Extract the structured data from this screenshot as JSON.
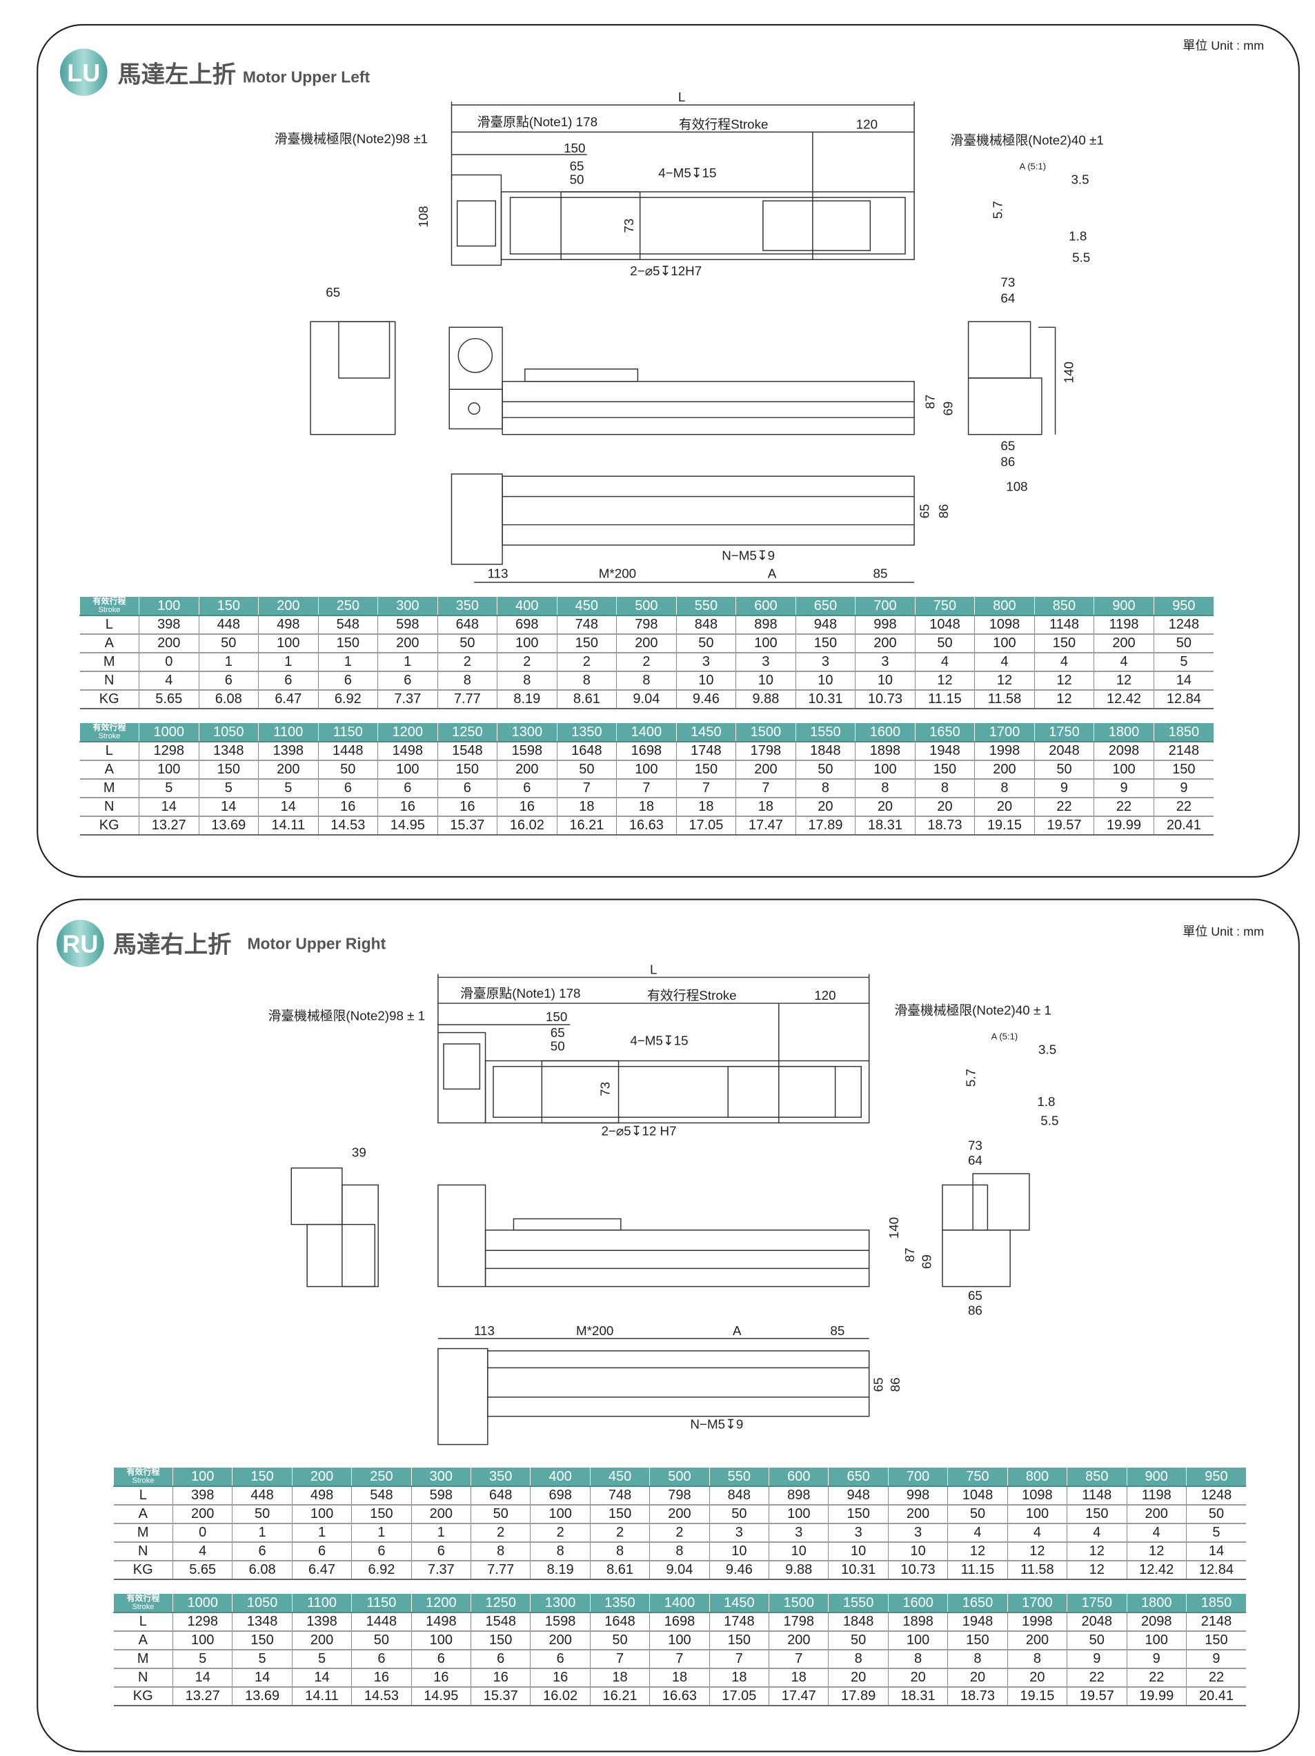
{
  "colors": {
    "accent": "#5aa9a5",
    "line": "#231f20"
  },
  "lu": {
    "badge": "LU",
    "title_zh": "馬達左上折",
    "title_en": "Motor Upper Left",
    "unit": "單位 Unit : mm",
    "dims": {
      "L": "L",
      "origin": "滑臺原點(Note1) 178",
      "stroke": "有效行程Stroke",
      "d120": "120",
      "limit_left": "滑臺機械極限(Note2)98 ±1",
      "limit_right": "滑臺機械極限(Note2)40 ±1",
      "d150": "150",
      "d65a": "65",
      "d50": "50",
      "m5": "4−M5↧15",
      "d108": "108",
      "d73": "73",
      "pin": "2−⌀5↧12H7",
      "detail": "A (5:1)",
      "d3_5": "3.5",
      "d5_7": "5.7",
      "d1_8": "1.8",
      "d5_5": "5.5",
      "d65b": "65",
      "d73b": "73",
      "d64": "64",
      "d140": "140",
      "d87": "87",
      "d69": "69",
      "d65c": "65",
      "d86": "86",
      "d108b": "108",
      "d65d": "65",
      "d86b": "86",
      "nm5": "N−M5↧9",
      "d113": "113",
      "m200": "M*200",
      "A": "A",
      "d85": "85"
    }
  },
  "ru": {
    "badge": "RU",
    "title_zh": "馬達右上折",
    "title_en": "Motor Upper Right",
    "unit": "單位 Unit : mm",
    "dims": {
      "L": "L",
      "origin": "滑臺原點(Note1) 178",
      "stroke": "有效行程Stroke",
      "d120": "120",
      "limit_left": "滑臺機械極限(Note2)98 ± 1",
      "limit_right": "滑臺機械極限(Note2)40 ± 1",
      "d150": "150",
      "d65a": "65",
      "d50": "50",
      "m5": "4−M5↧15",
      "d73": "73",
      "pin": "2−⌀5↧12 H7",
      "detail": "A (5:1)",
      "d3_5": "3.5",
      "d5_7": "5.7",
      "d1_8": "1.8",
      "d5_5": "5.5",
      "d39": "39",
      "d73b": "73",
      "d64": "64",
      "d140": "140",
      "d87": "87",
      "d69": "69",
      "d65c": "65",
      "d86": "86",
      "d65d": "65",
      "d86b": "86",
      "nm5": "N−M5↧9",
      "d113": "113",
      "m200": "M*200",
      "A": "A",
      "d85": "85"
    }
  },
  "spec_table": {
    "header_zh": "有效行程",
    "header_en": "Stroke",
    "blocks": [
      {
        "stroke": [
          "100",
          "150",
          "200",
          "250",
          "300",
          "350",
          "400",
          "450",
          "500",
          "550",
          "600",
          "650",
          "700",
          "750",
          "800",
          "850",
          "900",
          "950"
        ],
        "rows": [
          {
            "label": "L",
            "values": [
              "398",
              "448",
              "498",
              "548",
              "598",
              "648",
              "698",
              "748",
              "798",
              "848",
              "898",
              "948",
              "998",
              "1048",
              "1098",
              "1148",
              "1198",
              "1248"
            ]
          },
          {
            "label": "A",
            "values": [
              "200",
              "50",
              "100",
              "150",
              "200",
              "50",
              "100",
              "150",
              "200",
              "50",
              "100",
              "150",
              "200",
              "50",
              "100",
              "150",
              "200",
              "50"
            ]
          },
          {
            "label": "M",
            "values": [
              "0",
              "1",
              "1",
              "1",
              "1",
              "2",
              "2",
              "2",
              "2",
              "3",
              "3",
              "3",
              "3",
              "4",
              "4",
              "4",
              "4",
              "5"
            ]
          },
          {
            "label": "N",
            "values": [
              "4",
              "6",
              "6",
              "6",
              "6",
              "8",
              "8",
              "8",
              "8",
              "10",
              "10",
              "10",
              "10",
              "12",
              "12",
              "12",
              "12",
              "14"
            ]
          },
          {
            "label": "KG",
            "values": [
              "5.65",
              "6.08",
              "6.47",
              "6.92",
              "7.37",
              "7.77",
              "8.19",
              "8.61",
              "9.04",
              "9.46",
              "9.88",
              "10.31",
              "10.73",
              "11.15",
              "11.58",
              "12",
              "12.42",
              "12.84"
            ]
          }
        ]
      },
      {
        "stroke": [
          "1000",
          "1050",
          "1100",
          "1150",
          "1200",
          "1250",
          "1300",
          "1350",
          "1400",
          "1450",
          "1500",
          "1550",
          "1600",
          "1650",
          "1700",
          "1750",
          "1800",
          "1850"
        ],
        "rows": [
          {
            "label": "L",
            "values": [
              "1298",
              "1348",
              "1398",
              "1448",
              "1498",
              "1548",
              "1598",
              "1648",
              "1698",
              "1748",
              "1798",
              "1848",
              "1898",
              "1948",
              "1998",
              "2048",
              "2098",
              "2148"
            ]
          },
          {
            "label": "A",
            "values": [
              "100",
              "150",
              "200",
              "50",
              "100",
              "150",
              "200",
              "50",
              "100",
              "150",
              "200",
              "50",
              "100",
              "150",
              "200",
              "50",
              "100",
              "150"
            ]
          },
          {
            "label": "M",
            "values": [
              "5",
              "5",
              "5",
              "6",
              "6",
              "6",
              "6",
              "7",
              "7",
              "7",
              "7",
              "8",
              "8",
              "8",
              "8",
              "9",
              "9",
              "9"
            ]
          },
          {
            "label": "N",
            "values": [
              "14",
              "14",
              "14",
              "16",
              "16",
              "16",
              "16",
              "18",
              "18",
              "18",
              "18",
              "20",
              "20",
              "20",
              "20",
              "22",
              "22",
              "22"
            ]
          },
          {
            "label": "KG",
            "values": [
              "13.27",
              "13.69",
              "14.11",
              "14.53",
              "14.95",
              "15.37",
              "16.02",
              "16.21",
              "16.63",
              "17.05",
              "17.47",
              "17.89",
              "18.31",
              "18.73",
              "19.15",
              "19.57",
              "19.99",
              "20.41"
            ]
          }
        ]
      }
    ]
  }
}
